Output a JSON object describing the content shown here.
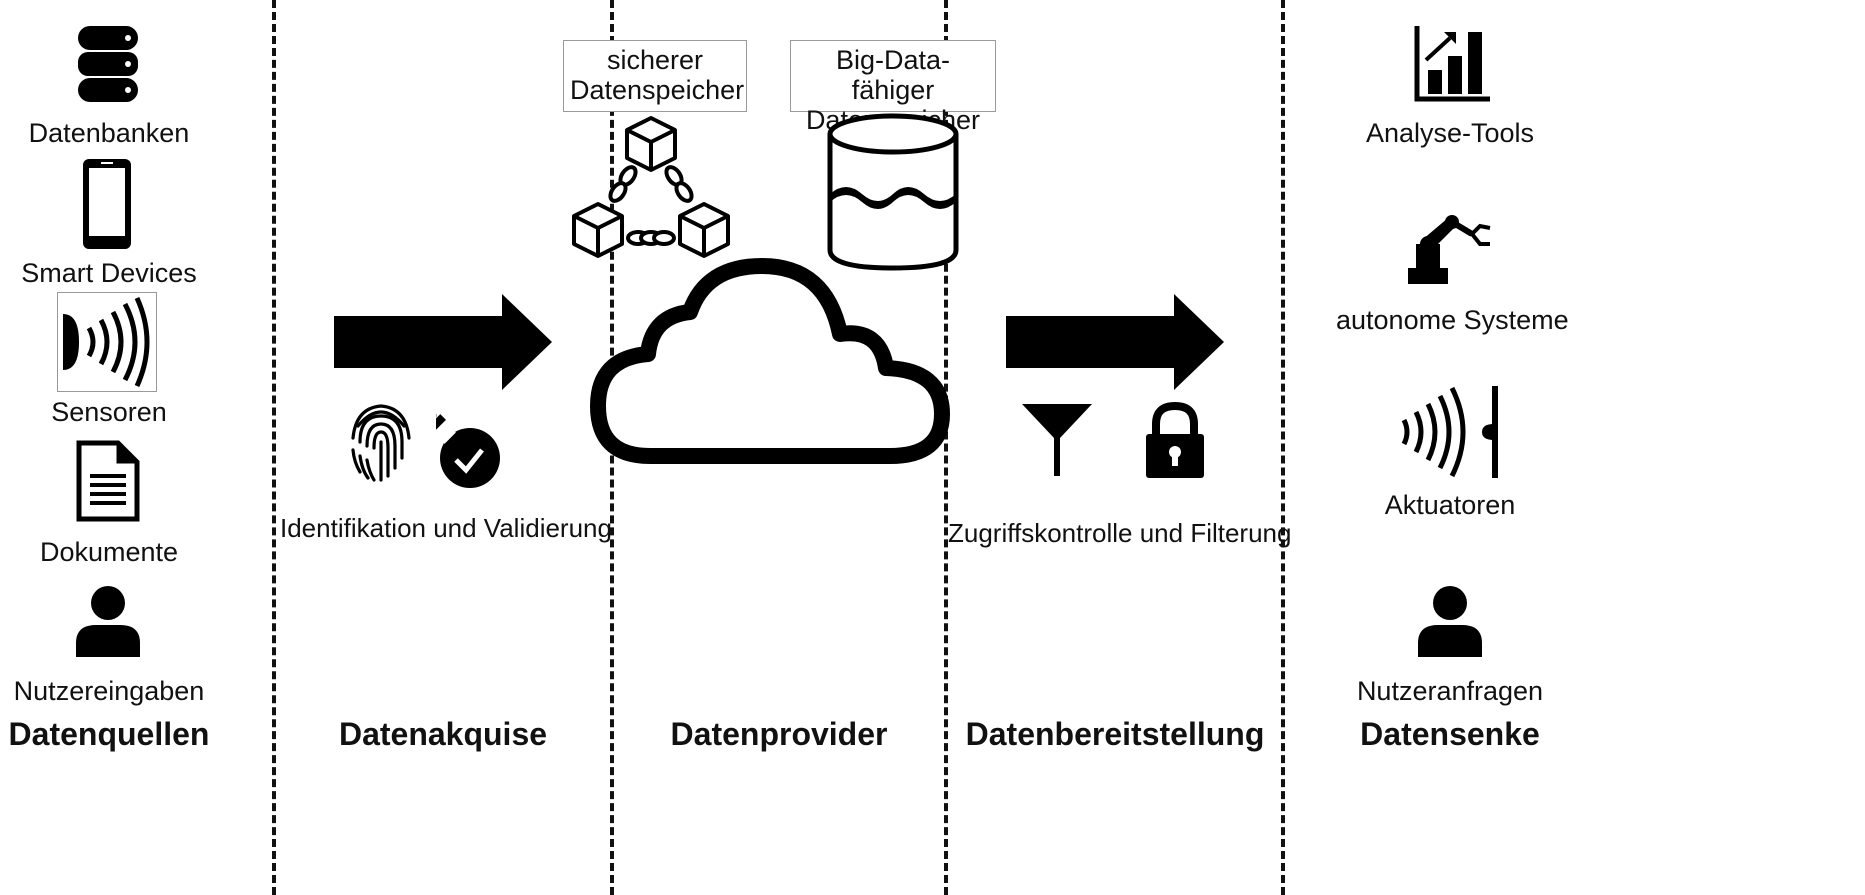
{
  "columns": {
    "sources": {
      "heading": "Datenquellen",
      "items": [
        "Datenbanken",
        "Smart Devices",
        "Sensoren",
        "Dokumente",
        "Nutzereingaben"
      ]
    },
    "acquisition": {
      "heading": "Datenakquise",
      "caption": "Identifikation und Validierung"
    },
    "provider": {
      "heading": "Datenprovider",
      "secure_store": [
        "sicherer",
        "Datenspeicher"
      ],
      "bigdata_store": [
        "Big-Data-fähiger",
        "Datenspeicher"
      ]
    },
    "provisioning": {
      "heading": "Datenbereitstellung",
      "caption": "Zugriffskontrolle und Filterung"
    },
    "sink": {
      "heading": "Datensenke",
      "items": [
        "Analyse-Tools",
        "autonome Systeme",
        "Aktuatoren",
        "Nutzeranfragen"
      ]
    }
  },
  "icons": {
    "sources": [
      "database-icon",
      "smartphone-icon",
      "sensor-icon",
      "document-icon",
      "user-icon"
    ],
    "acquisition": [
      "fingerprint-icon",
      "certificate-seal-icon"
    ],
    "provider": [
      "blockchain-icon",
      "data-lake-icon",
      "cloud-icon"
    ],
    "provisioning": [
      "filter-icon",
      "lock-icon"
    ],
    "sink": [
      "analytics-chart-icon",
      "robot-arm-icon",
      "actuator-icon",
      "user-icon"
    ]
  }
}
